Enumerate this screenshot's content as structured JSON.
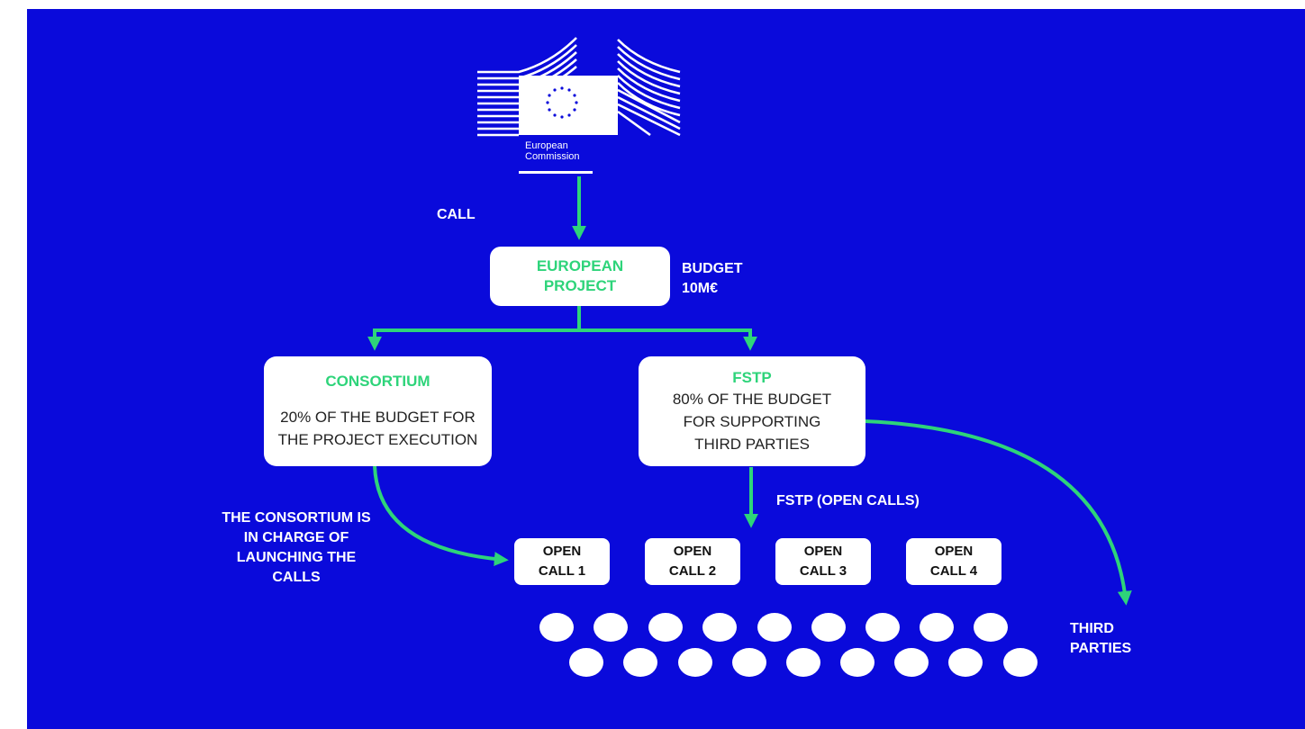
{
  "logo": {
    "line1": "European",
    "line2": "Commission",
    "icon": "european-commission-logo"
  },
  "labels": {
    "call": "CALL",
    "budget": [
      "BUDGET",
      "10M€"
    ],
    "consortium_note": [
      "THE CONSORTIUM IS",
      "IN CHARGE OF",
      "LAUNCHING THE",
      "CALLS"
    ],
    "fstp_open_calls": "FSTP (OPEN CALLS)",
    "third_parties": [
      "THIRD",
      "PARTIES"
    ]
  },
  "boxes": {
    "european_project": {
      "title": [
        "EUROPEAN",
        "PROJECT"
      ]
    },
    "consortium": {
      "title": "CONSORTIUM",
      "desc": [
        "20% OF THE BUDGET FOR",
        "THE PROJECT EXECUTION"
      ]
    },
    "fstp": {
      "title": "FSTP",
      "desc": [
        "80% OF THE BUDGET",
        "FOR SUPPORTING",
        "THIRD PARTIES"
      ]
    }
  },
  "open_calls": [
    {
      "line1": "OPEN",
      "line2": "CALL 1"
    },
    {
      "line1": "OPEN",
      "line2": "CALL 2"
    },
    {
      "line1": "OPEN",
      "line2": "CALL 3"
    },
    {
      "line1": "OPEN",
      "line2": "CALL 4"
    }
  ],
  "colors": {
    "background": "#0a0adb",
    "accent_green": "#2ed47a",
    "box": "#ffffff"
  }
}
